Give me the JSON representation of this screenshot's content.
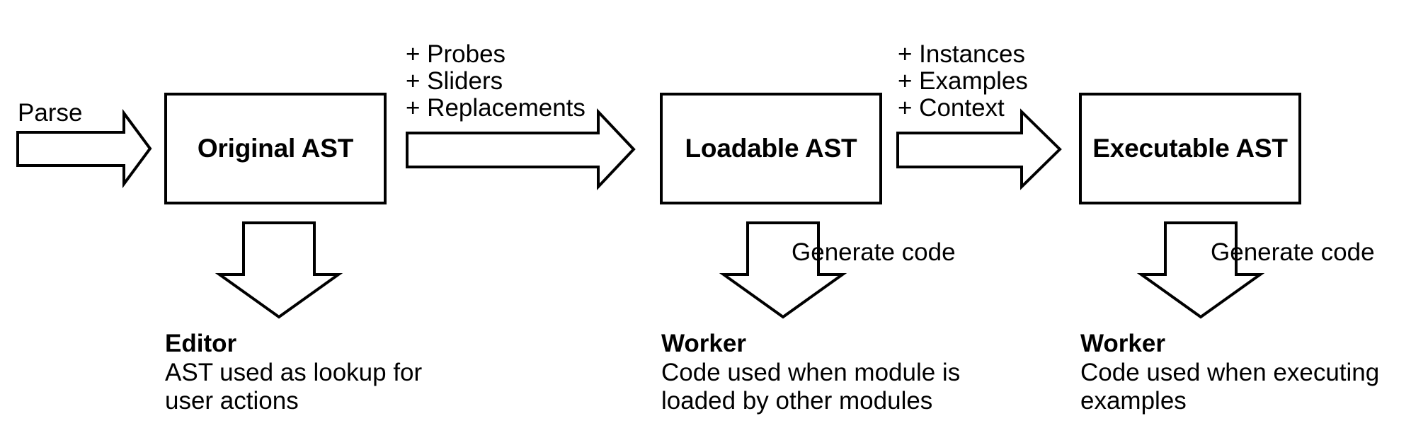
{
  "diagram": {
    "title": "AST transformation pipeline",
    "background_color": "#ffffff",
    "stroke_color": "#000000",
    "nodes": [
      {
        "id": "original-ast",
        "label": "Original AST"
      },
      {
        "id": "loadable-ast",
        "label": "Loadable AST"
      },
      {
        "id": "executable-ast",
        "label": "Executable AST"
      }
    ],
    "edges": [
      {
        "id": "parse-arrow",
        "label": "Parse",
        "direction": "right",
        "from": "",
        "to": "original-ast"
      },
      {
        "id": "original-to-loadable-arrow",
        "label": "+ Probes\n+ Sliders\n+ Replacements",
        "direction": "right",
        "from": "original-ast",
        "to": "loadable-ast"
      },
      {
        "id": "loadable-to-executable-arrow",
        "label": "+ Instances\n+ Examples\n+ Context",
        "direction": "right",
        "from": "loadable-ast",
        "to": "executable-ast"
      },
      {
        "id": "original-down-arrow",
        "label": "",
        "direction": "down",
        "from": "original-ast",
        "to": "editor-caption"
      },
      {
        "id": "loadable-down-arrow",
        "label": "Generate code",
        "direction": "down",
        "from": "loadable-ast",
        "to": "worker-loaded-caption"
      },
      {
        "id": "executable-down-arrow",
        "label": "Generate code",
        "direction": "down",
        "from": "executable-ast",
        "to": "worker-executing-caption"
      }
    ],
    "captions": [
      {
        "id": "editor-caption",
        "title": "Editor",
        "body": "AST used as lookup for\nuser actions"
      },
      {
        "id": "worker-loaded-caption",
        "title": "Worker",
        "body": "Code used when module is\nloaded by other modules"
      },
      {
        "id": "worker-executing-caption",
        "title": "Worker",
        "body": "Code used when executing\nexamples"
      }
    ]
  }
}
